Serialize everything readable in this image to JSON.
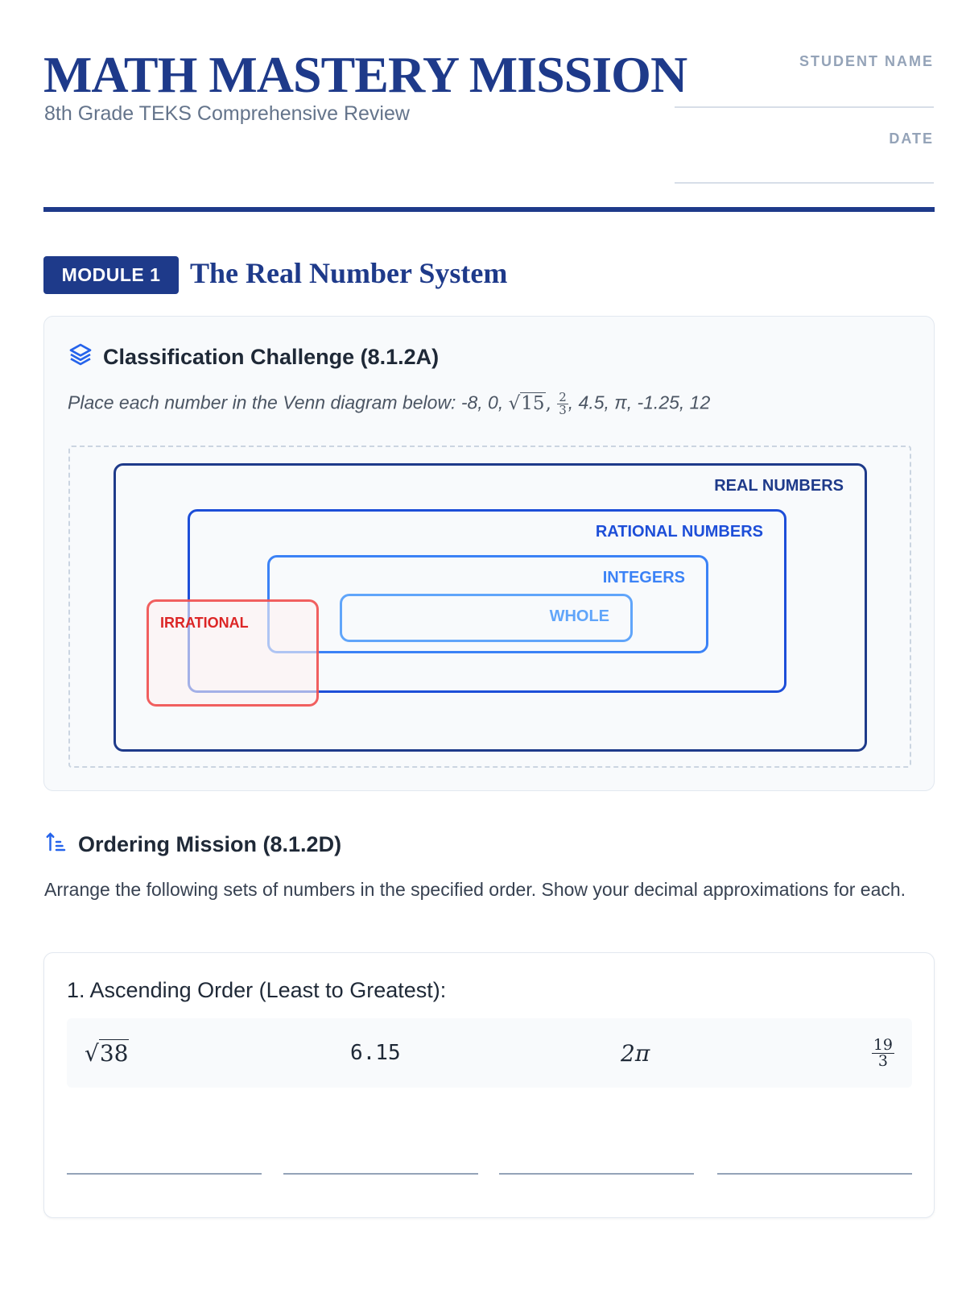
{
  "header": {
    "title": "MATH MASTERY MISSION",
    "subtitle": "8th Grade TEKS Comprehensive Review",
    "student_name_label": "STUDENT NAME",
    "date_label": "DATE"
  },
  "module": {
    "badge": "MODULE 1",
    "title": "The Real Number System"
  },
  "classification": {
    "title": "Classification Challenge (8.1.2A)",
    "instruction_prefix": "Place each number in the Venn diagram below: -8, 0, ",
    "sqrt_radicand": "15",
    "frac_num": "2",
    "frac_den": "3",
    "instruction_suffix": ", 4.5, π, -1.25, 12",
    "venn": {
      "real": "REAL NUMBERS",
      "rational": "RATIONAL NUMBERS",
      "integers": "INTEGERS",
      "whole": "WHOLE",
      "irrational": "IRRATIONAL"
    }
  },
  "ordering": {
    "title": "Ordering Mission (8.1.2D)",
    "description": "Arrange the following sets of numbers in the specified order. Show your decimal approximations for each.",
    "question1": {
      "label": "1. Ascending Order (Least to Greatest):",
      "sqrt_radicand": "38",
      "decimal": "6.15",
      "pi_term": "2π",
      "frac_num": "19",
      "frac_den": "3"
    }
  },
  "colors": {
    "primary": "#1e3a8a",
    "rational": "#1d4ed8",
    "integers": "#3b82f6",
    "whole": "#60a5fa",
    "irrational": "#ef4444"
  }
}
